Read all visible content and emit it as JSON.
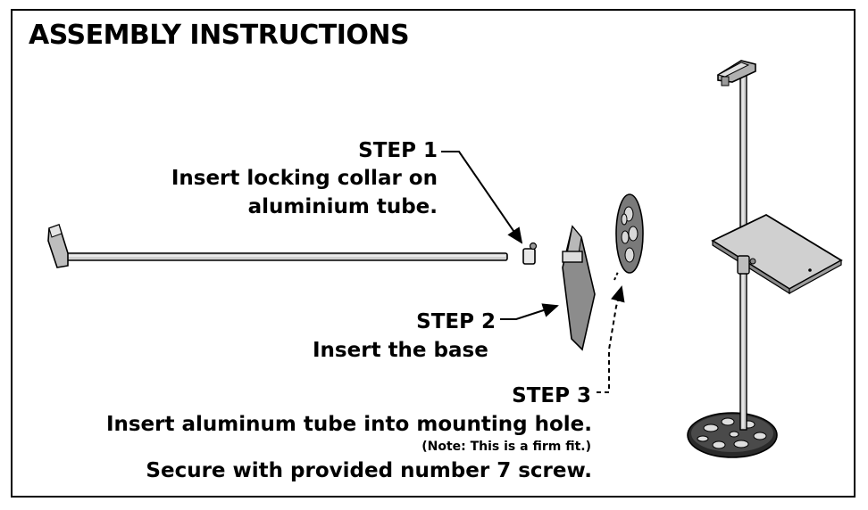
{
  "title": "ASSEMBLY INSTRUCTIONS",
  "steps": [
    {
      "heading": "STEP 1",
      "lines": [
        "Insert locking collar on",
        "aluminium tube."
      ]
    },
    {
      "heading": "STEP 2",
      "lines": [
        "Insert the base"
      ]
    },
    {
      "heading": "STEP 3",
      "lines": [
        "Insert aluminum tube into mounting hole."
      ],
      "note": "(Note: This is a firm fit.)",
      "extra": "Secure with provided number 7 screw."
    }
  ]
}
